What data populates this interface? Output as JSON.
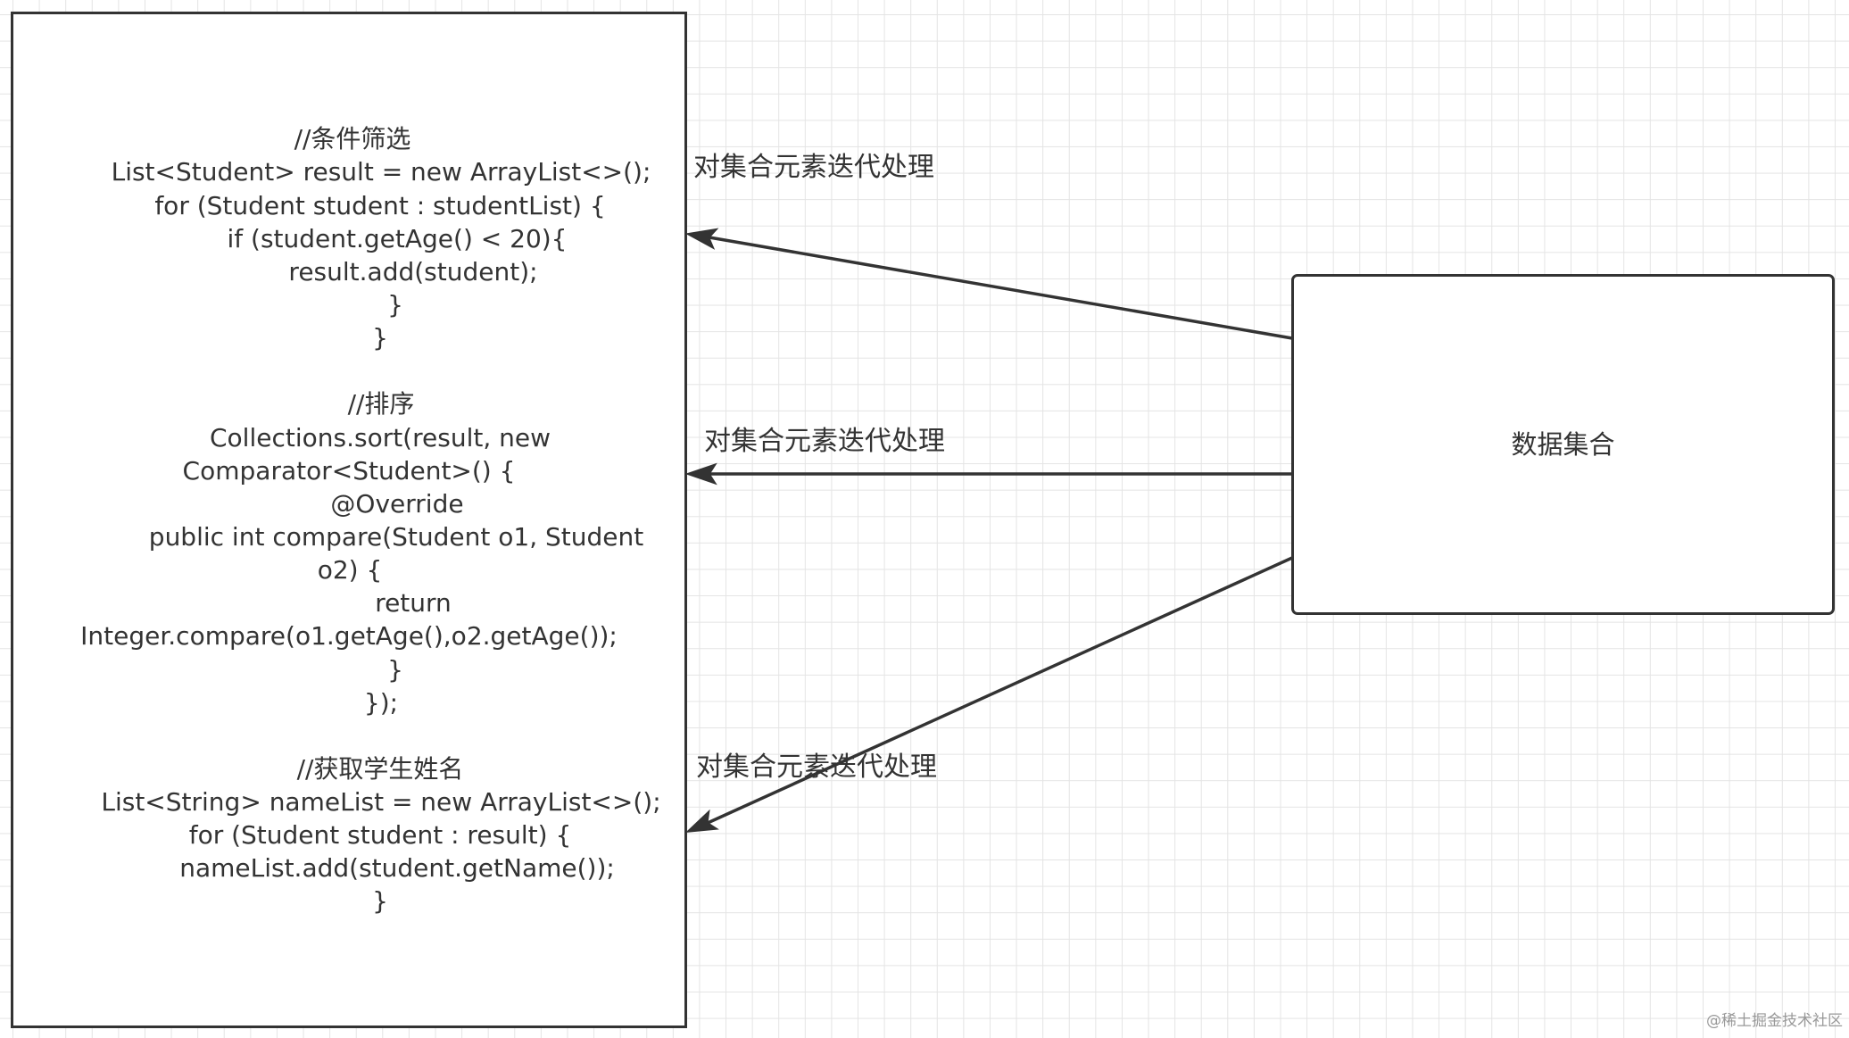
{
  "diagram": {
    "code_box": {
      "lines": [
        "//条件筛选",
        "List<Student> result = new ArrayList<>();",
        "for (Student student : studentList) {",
        "if (student.getAge() < 20){",
        "result.add(student);",
        "}",
        "}",
        "//排序",
        "Collections.sort(result, new",
        "Comparator<Student>() {",
        "@Override",
        "public int compare(Student o1, Student",
        "o2) {",
        "return",
        "Integer.compare(o1.getAge(),o2.getAge());",
        "}",
        "});",
        "//获取学生姓名",
        "List<String> nameList = new ArrayList<>();",
        "for (Student student : result) {",
        "nameList.add(student.getName());",
        "}"
      ]
    },
    "data_box": {
      "label": "数据集合"
    },
    "edges": [
      {
        "label": "对集合元素迭代处理"
      },
      {
        "label": "对集合元素迭代处理"
      },
      {
        "label": "对集合元素迭代处理"
      }
    ]
  },
  "watermark": "@稀土掘金技术社区",
  "colors": {
    "stroke": "#333333",
    "text": "#333333",
    "background": "#ffffff",
    "grid": "#e4e4e4",
    "watermark_text": "#999999"
  }
}
